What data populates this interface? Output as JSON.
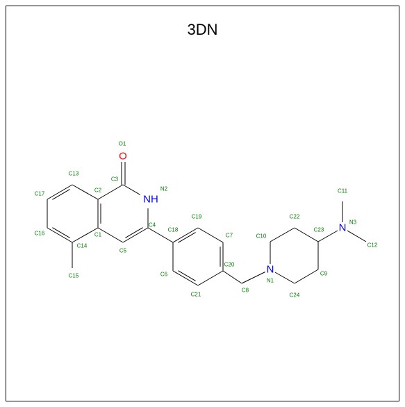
{
  "title": "3DN",
  "colors": {
    "bond": "#000000",
    "label": "#008000",
    "oxygen": "#ff0000",
    "nitrogen": "#0000ff"
  },
  "atoms": {
    "O1": "O",
    "N2": "NH",
    "N1": "N",
    "N3": "N"
  },
  "labels": [
    "O1",
    "C3",
    "C13",
    "N2",
    "C17",
    "C2",
    "C4",
    "C19",
    "C16",
    "C1",
    "C18",
    "C11",
    "C22",
    "N3",
    "C10",
    "C23",
    "C7",
    "C14",
    "C5",
    "C12",
    "C20",
    "C6",
    "C8",
    "N1",
    "C9",
    "C15",
    "C21",
    "C24"
  ]
}
